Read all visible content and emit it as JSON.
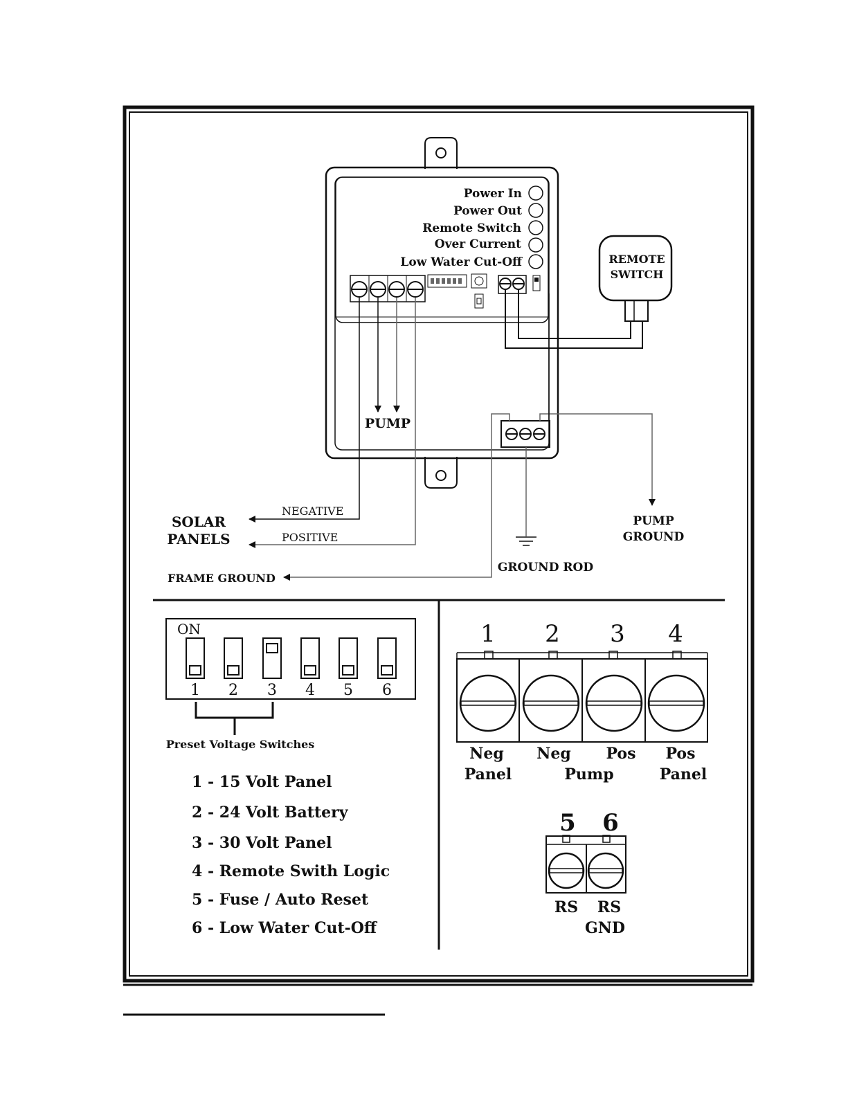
{
  "indicators": {
    "power_in": "Power In",
    "power_out": "Power Out",
    "remote_switch": "Remote Switch",
    "over_current": "Over Current",
    "low_water": "Low Water Cut-Off"
  },
  "remote_switch": {
    "line1": "REMOTE",
    "line2": "SWITCH"
  },
  "pump_label": "PUMP",
  "solar": {
    "line1": "SOLAR",
    "line2": "PANELS",
    "negative": "NEGATIVE",
    "positive": "POSITIVE"
  },
  "frame_ground": "FRAME GROUND",
  "ground_rod": "GROUND ROD",
  "pump_ground": {
    "line1": "PUMP",
    "line2": "GROUND"
  },
  "dip": {
    "on_label": "ON",
    "numbers": [
      "1",
      "2",
      "3",
      "4",
      "5",
      "6"
    ],
    "switch_on": [
      false,
      false,
      true,
      false,
      false,
      false
    ],
    "bracket_label": "Preset Voltage Switches"
  },
  "switch_list": [
    "1 - 15 Volt Panel",
    "2 - 24 Volt Battery",
    "3 - 30 Volt Panel",
    "4 - Remote Swith Logic",
    "5 - Fuse / Auto Reset",
    "6 - Low Water Cut-Off"
  ],
  "terminals": {
    "numbers": [
      "1",
      "2",
      "3",
      "4"
    ],
    "label_neg1": "Neg",
    "label_panel1": "Panel",
    "label_neg2": "Neg",
    "label_pump": "Pump",
    "label_pos1": "Pos",
    "label_pos2": "Pos",
    "label_panel2": "Panel"
  },
  "rs_terminals": {
    "numbers": [
      "5",
      "6"
    ],
    "label_rs1": "RS",
    "label_rs2": "RS",
    "label_gnd": "GND"
  }
}
